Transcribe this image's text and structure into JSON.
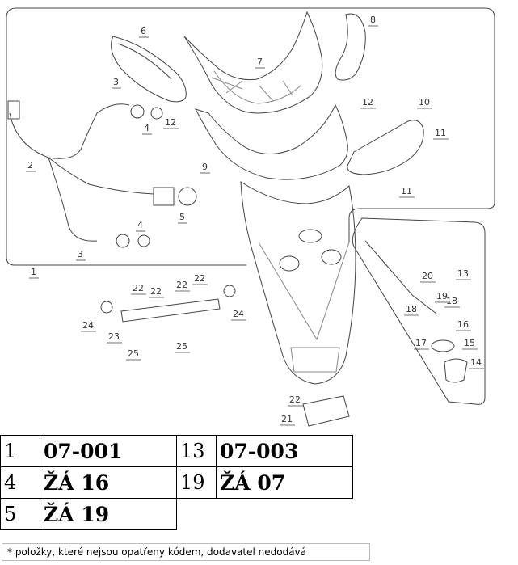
{
  "callouts": [
    "1",
    "2",
    "3",
    "3",
    "4",
    "4",
    "5",
    "6",
    "7",
    "8",
    "9",
    "10",
    "11",
    "11",
    "12",
    "12",
    "13",
    "14",
    "15",
    "16",
    "17",
    "18",
    "18",
    "19",
    "20",
    "21",
    "22",
    "22",
    "22",
    "22",
    "22",
    "23",
    "24",
    "24",
    "25",
    "25"
  ],
  "table": {
    "rows": [
      [
        {
          "num": "1",
          "code": "07-001"
        },
        {
          "num": "13",
          "code": "07-003"
        }
      ],
      [
        {
          "num": "4",
          "code": "ŽÁ 16"
        },
        {
          "num": "19",
          "code": "ŽÁ 07"
        }
      ],
      [
        {
          "num": "5",
          "code": "ŽÁ 19"
        }
      ]
    ]
  },
  "footnote": "* položky, které nejsou opatřeny kódem, dodavatel nedodává"
}
